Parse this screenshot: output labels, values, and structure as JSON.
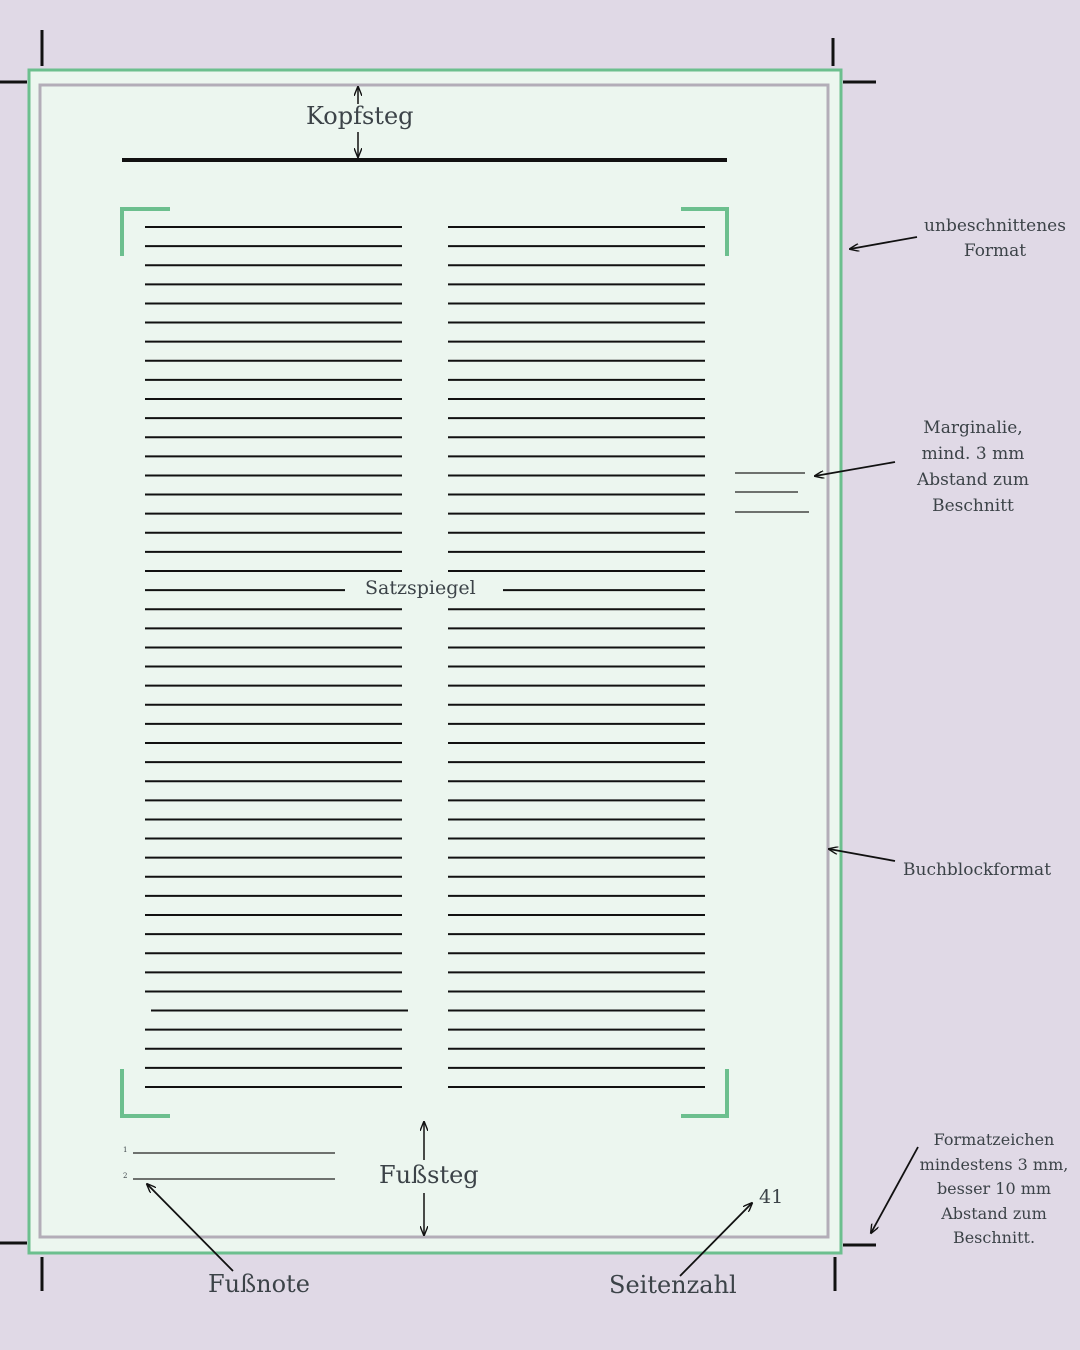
{
  "labels": {
    "kopfsteg": "Kopfsteg",
    "satzspiegel": "Satzspiegel",
    "fusssteg": "Fußsteg",
    "fussnote": "Fußnote",
    "seitenzahl": "Seitenzahl",
    "page_number": "41",
    "unbeschnitten": [
      "unbeschnittenes",
      "Format"
    ],
    "marginalie": [
      "Marginalie,",
      "mind. 3 mm",
      "Abstand zum",
      "Beschnitt"
    ],
    "buchblock": "Buchblockformat",
    "formatzeichen": [
      "Formatzeichen",
      "mindestens 3 mm,",
      "besser 10 mm",
      "Abstand zum",
      "Beschnitt."
    ],
    "footnote_markers": [
      "1",
      "2"
    ]
  },
  "colors": {
    "background": "#e0d9e6",
    "page": "#ecf6ef",
    "trim_frame": "#6cbf8e",
    "buchblock_edge": "#b3adb8",
    "ink": "#111111",
    "label": "#3c4348"
  }
}
